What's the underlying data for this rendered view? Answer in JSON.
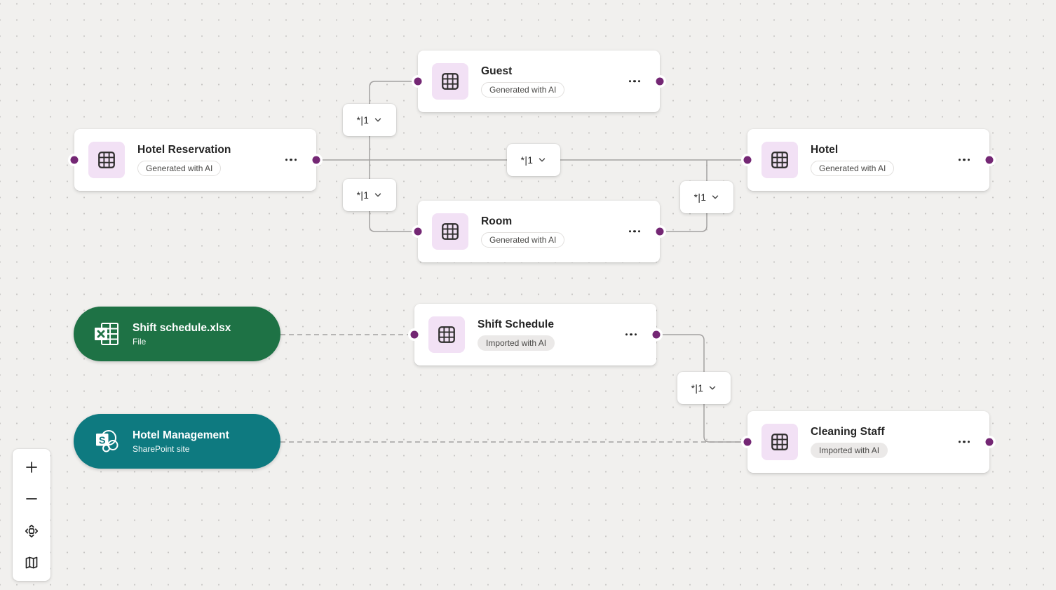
{
  "colors": {
    "accent_purple": "#742774",
    "entity_icon_bg": "#f2e1f5",
    "excel_green": "#1e7245",
    "sharepoint_teal": "#0e7a80",
    "connector_grey": "#a3a1a0",
    "canvas_bg": "#f1f0ee"
  },
  "entities": [
    {
      "name": "Guest",
      "badge": "Generated with AI"
    },
    {
      "name": "Hotel Reservation",
      "badge": "Generated with AI"
    },
    {
      "name": "Hotel",
      "badge": "Generated with AI"
    },
    {
      "name": "Room",
      "badge": "Generated with AI"
    },
    {
      "name": "Shift Schedule",
      "badge": "Imported with AI"
    },
    {
      "name": "Cleaning Staff",
      "badge": "Imported with AI"
    }
  ],
  "sources": [
    {
      "name": "Shift schedule.xlsx",
      "type": "File",
      "icon": "excel-icon"
    },
    {
      "name": "Hotel Management",
      "type": "SharePoint site",
      "icon": "sharepoint-icon"
    }
  ],
  "relationships": [
    {
      "cardinality": "*|1"
    },
    {
      "cardinality": "*|1"
    },
    {
      "cardinality": "*|1"
    },
    {
      "cardinality": "*|1"
    },
    {
      "cardinality": "*|1"
    }
  ],
  "toolbar": {
    "buttons": [
      {
        "icon": "zoom-in-icon"
      },
      {
        "icon": "zoom-out-icon"
      },
      {
        "icon": "fit-view-icon"
      },
      {
        "icon": "map-icon"
      }
    ]
  }
}
